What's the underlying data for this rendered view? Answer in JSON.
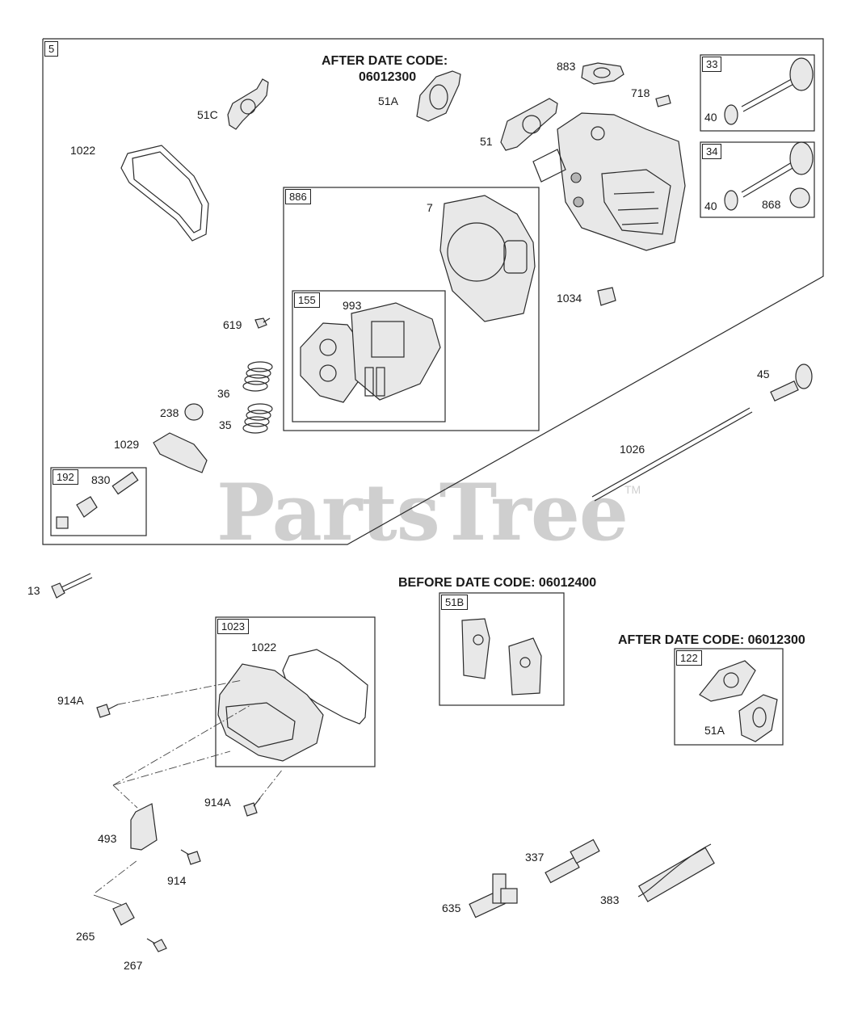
{
  "watermark": {
    "brand": "PartsTree",
    "trademark": "TM"
  },
  "headers": {
    "after_top_line1": "AFTER DATE CODE:",
    "after_top_line2": "06012300",
    "before": "BEFORE DATE CODE: 06012400",
    "after_right": "AFTER DATE CODE: 06012300"
  },
  "boxes": {
    "b5": "5",
    "b886": "886",
    "b155": "155",
    "b192": "192",
    "b33": "33",
    "b34": "34",
    "b1023": "1023",
    "b51B": "51B",
    "b122": "122"
  },
  "parts": {
    "p883": "883",
    "p718": "718",
    "p51A_top": "51A",
    "p51C": "51C",
    "p51": "51",
    "p1022_top": "1022",
    "p7": "7",
    "p993": "993",
    "p1034": "1034",
    "p619": "619",
    "p36": "36",
    "p35": "35",
    "p238": "238",
    "p1029": "1029",
    "p830": "830",
    "p40_a": "40",
    "p40_b": "40",
    "p868": "868",
    "p45": "45",
    "p1026": "1026",
    "p13": "13",
    "p1022_mid": "1022",
    "p914A_a": "914A",
    "p914A_b": "914A",
    "p493": "493",
    "p914": "914",
    "p265": "265",
    "p267": "267",
    "p51A_right": "51A",
    "p337": "337",
    "p635": "635",
    "p383": "383"
  }
}
